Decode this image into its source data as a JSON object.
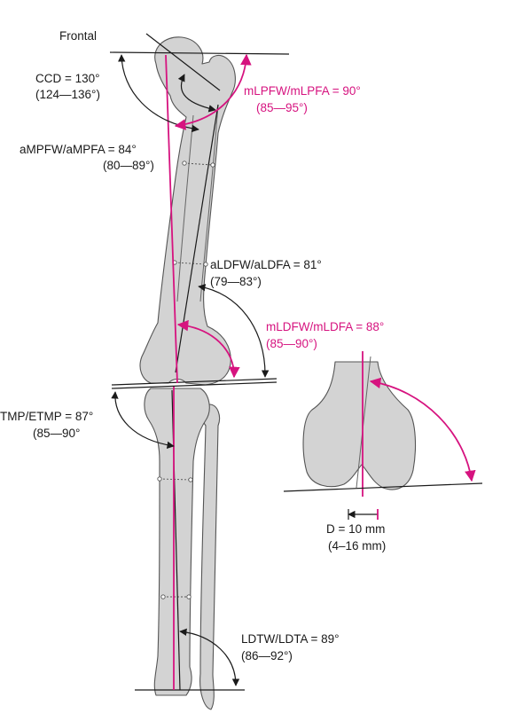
{
  "view_label": "Frontal",
  "angles": {
    "ccd": {
      "label": "CCD = 130°",
      "range": "(124—136°)"
    },
    "mlpfw": {
      "label": "mLPFW/mLPFA = 90°",
      "range": "(85—95°)"
    },
    "ampfw": {
      "label": "aMPFW/aMPFA = 84°",
      "range": "(80—89°)"
    },
    "aldfw": {
      "label": "aLDFW/aLDFA = 81°",
      "range": "(79—83°)"
    },
    "mldfw": {
      "label": "mLDFW/mLDFA = 88°",
      "range": "(85—90°)"
    },
    "tmp": {
      "label": "TMP/ETMP = 87°",
      "range": "(85—90°"
    },
    "ldtw": {
      "label": "LDTW/LDTA = 89°",
      "range": "(86—92°)"
    }
  },
  "distance": {
    "label": "D = 10 mm",
    "range": "(4–16 mm)"
  },
  "colors": {
    "mechanical_axis": "#d6137f",
    "anatomical_axis": "#1a1a1a",
    "bone_fill": "#d3d3d3",
    "bone_outline": "#555555"
  }
}
